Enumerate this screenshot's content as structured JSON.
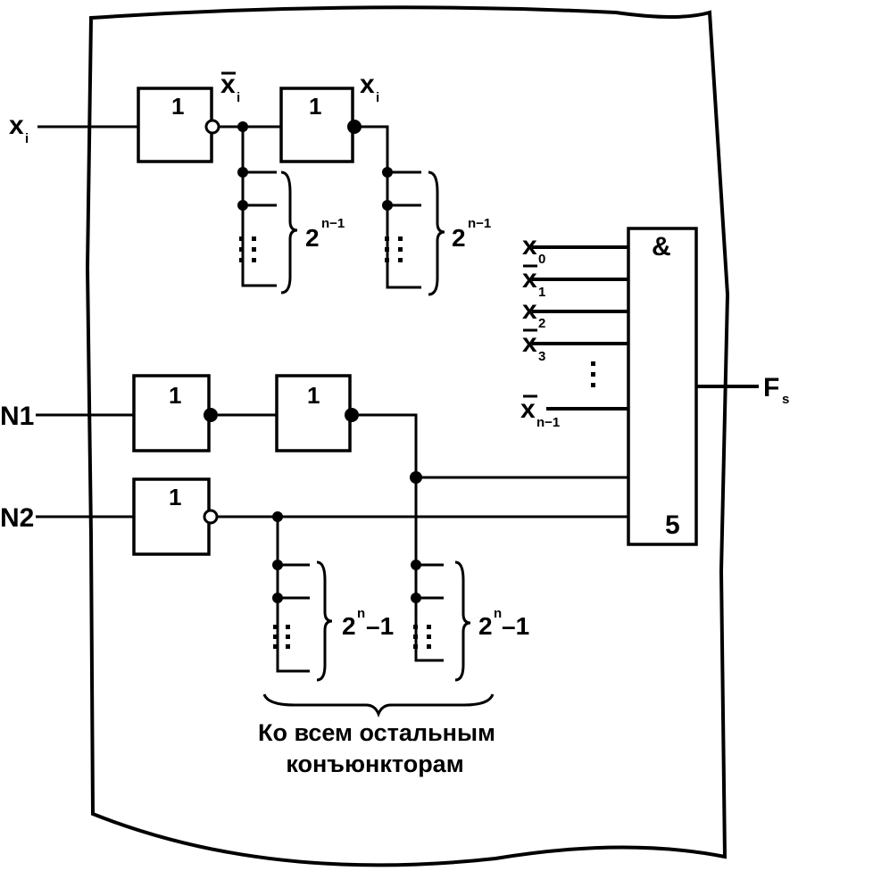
{
  "diagram": {
    "inputs": {
      "xi": "x",
      "xi_sub": "i",
      "n1": "N1",
      "n2": "N2"
    },
    "top_chain": {
      "gate1_label": "1",
      "gate2_label": "1",
      "out1_label": "x",
      "out1_sub": "i",
      "out2_label": "x",
      "out2_sub": "i",
      "fanout_left": {
        "base": "2",
        "exp": "n−1"
      },
      "fanout_right": {
        "base": "2",
        "exp": "n−1"
      }
    },
    "middle_chain": {
      "gate1_label": "1",
      "gate2_label": "1",
      "gate3_label": "1"
    },
    "bottom_fanout": {
      "left": {
        "base": "2",
        "exp": "n",
        "tail": "–1"
      },
      "right": {
        "base": "2",
        "exp": "n",
        "tail": "–1"
      }
    },
    "and_gate": {
      "symbol": "&",
      "index": "5",
      "output": "F",
      "output_sub": "s",
      "inputs": [
        {
          "label": "x",
          "sub": "0",
          "bar": false
        },
        {
          "label": "x",
          "sub": "1",
          "bar": true
        },
        {
          "label": "x",
          "sub": "2",
          "bar": false
        },
        {
          "label": "x",
          "sub": "3",
          "bar": true
        },
        {
          "label": "x",
          "sub": "n−1",
          "bar": true
        }
      ]
    },
    "caption": {
      "line1": "Ко всем остальным",
      "line2": "конъюнкторам"
    }
  }
}
